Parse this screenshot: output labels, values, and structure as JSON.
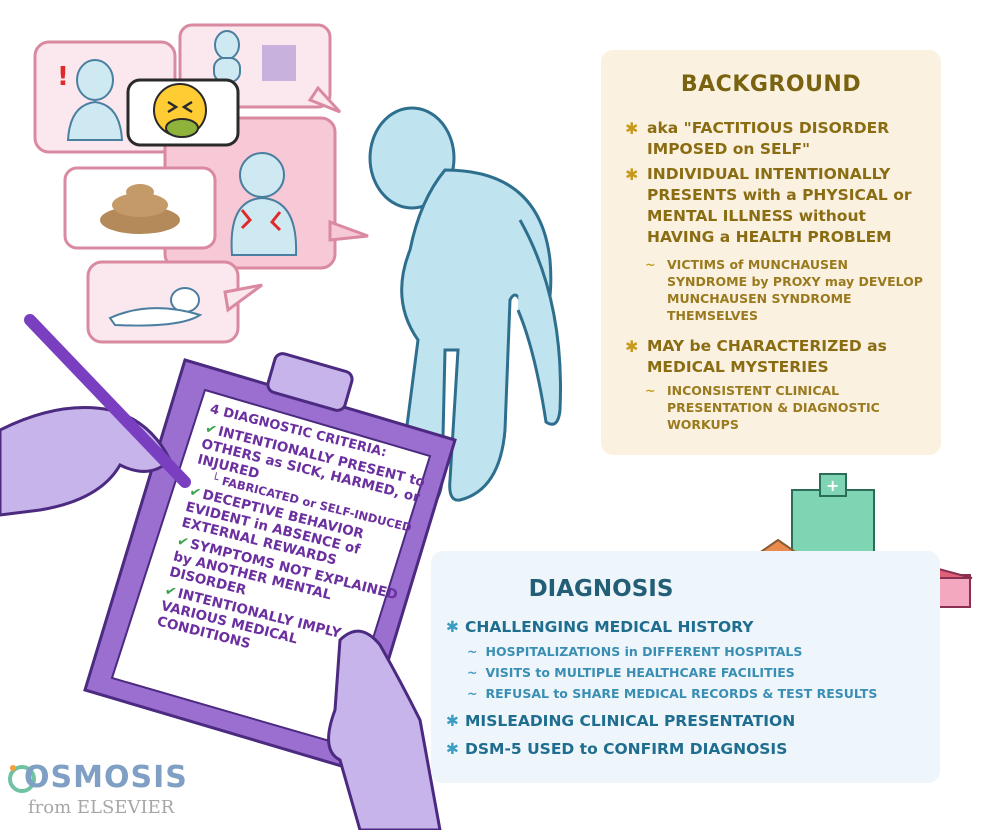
{
  "background": {
    "title": "BACKGROUND",
    "bullets": [
      "aka \"FACTITIOUS DISORDER IMPOSED on SELF\"",
      "INDIVIDUAL INTENTIONALLY PRESENTS with a PHYSICAL or MENTAL ILLNESS without HAVING a HEALTH PROBLEM",
      "MAY be CHARACTERIZED as MEDICAL MYSTERIES"
    ],
    "subs": [
      "VICTIMS of MUNCHAUSEN SYNDROME by PROXY may DEVELOP MUNCHAUSEN SYNDROME THEMSELVES",
      "INCONSISTENT CLINICAL PRESENTATION & DIAGNOSTIC WORKUPS"
    ]
  },
  "diagnosis": {
    "title": "DIAGNOSIS",
    "bullets": [
      "CHALLENGING MEDICAL HISTORY",
      "MISLEADING CLINICAL PRESENTATION",
      "DSM-5 USED to CONFIRM DIAGNOSIS"
    ],
    "subs": [
      "HOSPITALIZATIONS in DIFFERENT HOSPITALS",
      "VISITS to MULTIPLE HEALTHCARE FACILITIES",
      "REFUSAL to SHARE MEDICAL RECORDS & TEST RESULTS"
    ]
  },
  "clipboard": {
    "title": "4 DIAGNOSTIC CRITERIA:",
    "criteria": [
      "INTENTIONALLY PRESENT to OTHERS as SICK, HARMED, or INJURED",
      "DECEPTIVE BEHAVIOR EVIDENT in ABSENCE of EXTERNAL REWARDS",
      "SYMPTOMS NOT EXPLAINED by ANOTHER MENTAL DISORDER",
      "INTENTIONALLY IMPLY VARIOUS MEDICAL CONDITIONS"
    ],
    "criteria_sub": "FABRICATED or SELF-INDUCED"
  },
  "logo": {
    "word": "OSMOSIS",
    "from": "from ELSEVIER"
  },
  "colors": {
    "background_panel": "#fbf1e0",
    "diagnosis_panel": "#eef6fb",
    "figure": "#bfe3ef",
    "clipboard": "#9a6fd0",
    "bubble_border": "#d98aa0"
  }
}
